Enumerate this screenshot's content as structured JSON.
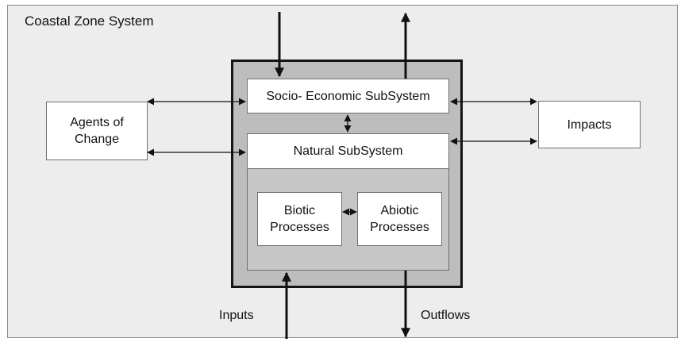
{
  "system": {
    "title": "Coastal Zone System"
  },
  "boxes": {
    "socio_economic": "Socio- Economic SubSystem",
    "natural": "Natural SubSystem",
    "biotic": [
      "Biotic",
      "Processes"
    ],
    "abiotic": [
      "Abiotic",
      "Processes"
    ],
    "agents": [
      "Agents of",
      "Change"
    ],
    "impacts": "Impacts"
  },
  "flows": {
    "inputs": "Inputs",
    "outflows": "Outflows"
  },
  "colors": {
    "panel": "#ededed",
    "core": "#bdbdbd",
    "natural_area": "#c6c6c6",
    "box": "#ffffff",
    "line": "#111111"
  }
}
